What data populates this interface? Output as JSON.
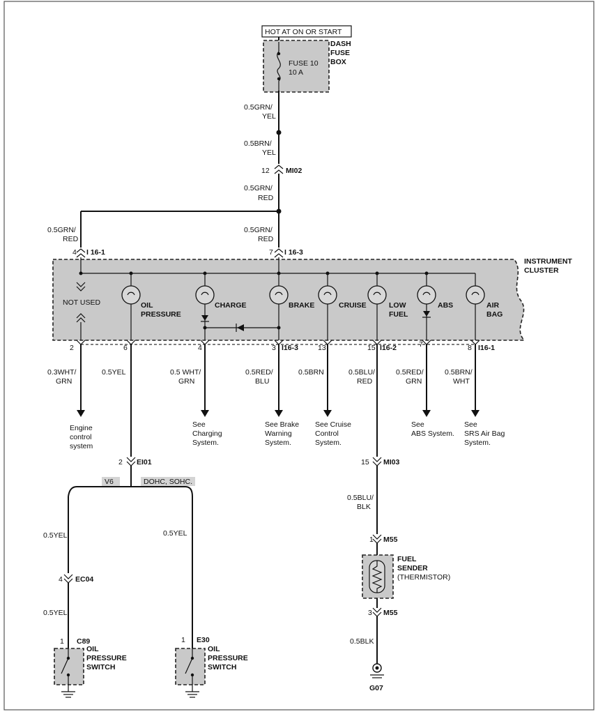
{
  "power": {
    "label": "HOT AT ON OR START"
  },
  "fuse_box": {
    "name_1": "DASH",
    "name_2": "FUSE",
    "name_3": "BOX",
    "fuse": "FUSE 10",
    "rating": "10 A"
  },
  "wires": {
    "w1a": "0.5GRN/",
    "w1b": "YEL",
    "w2a": "0.5BRN/",
    "w2b": "YEL",
    "w3a": "0.5GRN/",
    "w3b": "RED",
    "w4a": "0.5GRN/",
    "w4b": "RED",
    "w5a": "0.5GRN/",
    "w5b": "RED",
    "o1a": "0.3WHT/",
    "o1b": "GRN",
    "o2": "0.5YEL",
    "o3a": "0.5 WHT/",
    "o3b": "GRN",
    "o4a": "0.5RED/",
    "o4b": "BLU",
    "o5": "0.5BRN",
    "o6a": "0.5BLU/",
    "o6b": "RED",
    "o7a": "0.5RED/",
    "o7b": "GRN",
    "o8a": "0.5BRN/",
    "o8b": "WHT",
    "y1": "0.5YEL",
    "y2": "0.5YEL",
    "y3": "0.5YEL",
    "bb1": "0.5BLU/",
    "bb2": "BLK",
    "blk": "0.5BLK"
  },
  "connectors": {
    "mi02_pin": "12",
    "mi02": "MI02",
    "i16_1_in_pin": "4",
    "i16_1_in": "I 16-1",
    "i16_3_in_pin": "7",
    "i16_3_in": "I 16-3",
    "out1_pin": "2",
    "out2_pin": "6",
    "out3_pin": "4",
    "out4_pin": "3",
    "out4": "I16-3",
    "out5_pin": "13",
    "out6_pin": "15",
    "out6": "I16-2",
    "out7_pin": "7",
    "out8_pin": "8",
    "out8": "I16-1",
    "ei01_pin": "2",
    "ei01": "EI01",
    "mi03_pin": "15",
    "mi03": "MI03",
    "ec04_pin": "4",
    "ec04": "EC04",
    "m55a_pin": "1",
    "m55a": "M55",
    "m55b_pin": "3",
    "m55b": "M55",
    "c89_pin": "1",
    "c89": "C89",
    "e30_pin": "1",
    "e30": "E30"
  },
  "cluster": {
    "title_1": "INSTRUMENT",
    "title_2": "CLUSTER",
    "not_used": "NOT USED",
    "oil_1": "OIL",
    "oil_2": "PRESSURE",
    "charge": "CHARGE",
    "brake": "BRAKE",
    "cruise": "CRUISE",
    "low_1": "LOW",
    "low_2": "FUEL",
    "abs": "ABS",
    "air_1": "AIR",
    "air_2": "BAG"
  },
  "refs": {
    "engine": [
      "Engine",
      "control",
      "system"
    ],
    "charging": [
      "See",
      "Charging",
      "System."
    ],
    "brake": [
      "See Brake",
      "Warning",
      "System."
    ],
    "cruise": [
      "See Cruise",
      "Control",
      "System."
    ],
    "abs": [
      "See",
      "ABS System."
    ],
    "srs": [
      "See",
      "SRS Air Bag",
      "System."
    ]
  },
  "variants": {
    "v6": "V6",
    "dohc": "DOHC, SOHC."
  },
  "switches": {
    "left": [
      "OIL",
      "PRESSURE",
      "SWITCH"
    ],
    "right": [
      "OIL",
      "PRESSURE",
      "SWITCH"
    ]
  },
  "sender": {
    "name_1": "FUEL",
    "name_2": "SENDER",
    "name_3": "(THERMISTOR)"
  },
  "ground": {
    "label": "G07"
  }
}
